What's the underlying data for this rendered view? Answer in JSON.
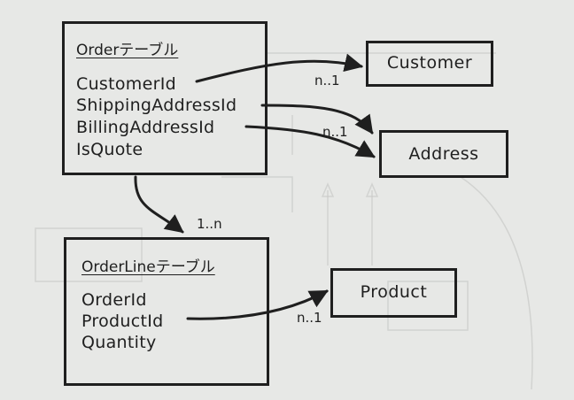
{
  "order_table": {
    "title": "Orderテーブル",
    "fields": [
      "CustomerId",
      "ShippingAddressId",
      "BillingAddressId",
      "IsQuote"
    ]
  },
  "orderline_table": {
    "title": "OrderLineテーブル",
    "fields": [
      "OrderId",
      "ProductId",
      "Quantity"
    ]
  },
  "entities": {
    "customer": "Customer",
    "address": "Address",
    "product": "Product"
  },
  "multiplicities": {
    "order_customer": "n..1",
    "order_address": "n..1",
    "order_orderline": "1..n",
    "orderline_product": "n..1"
  }
}
